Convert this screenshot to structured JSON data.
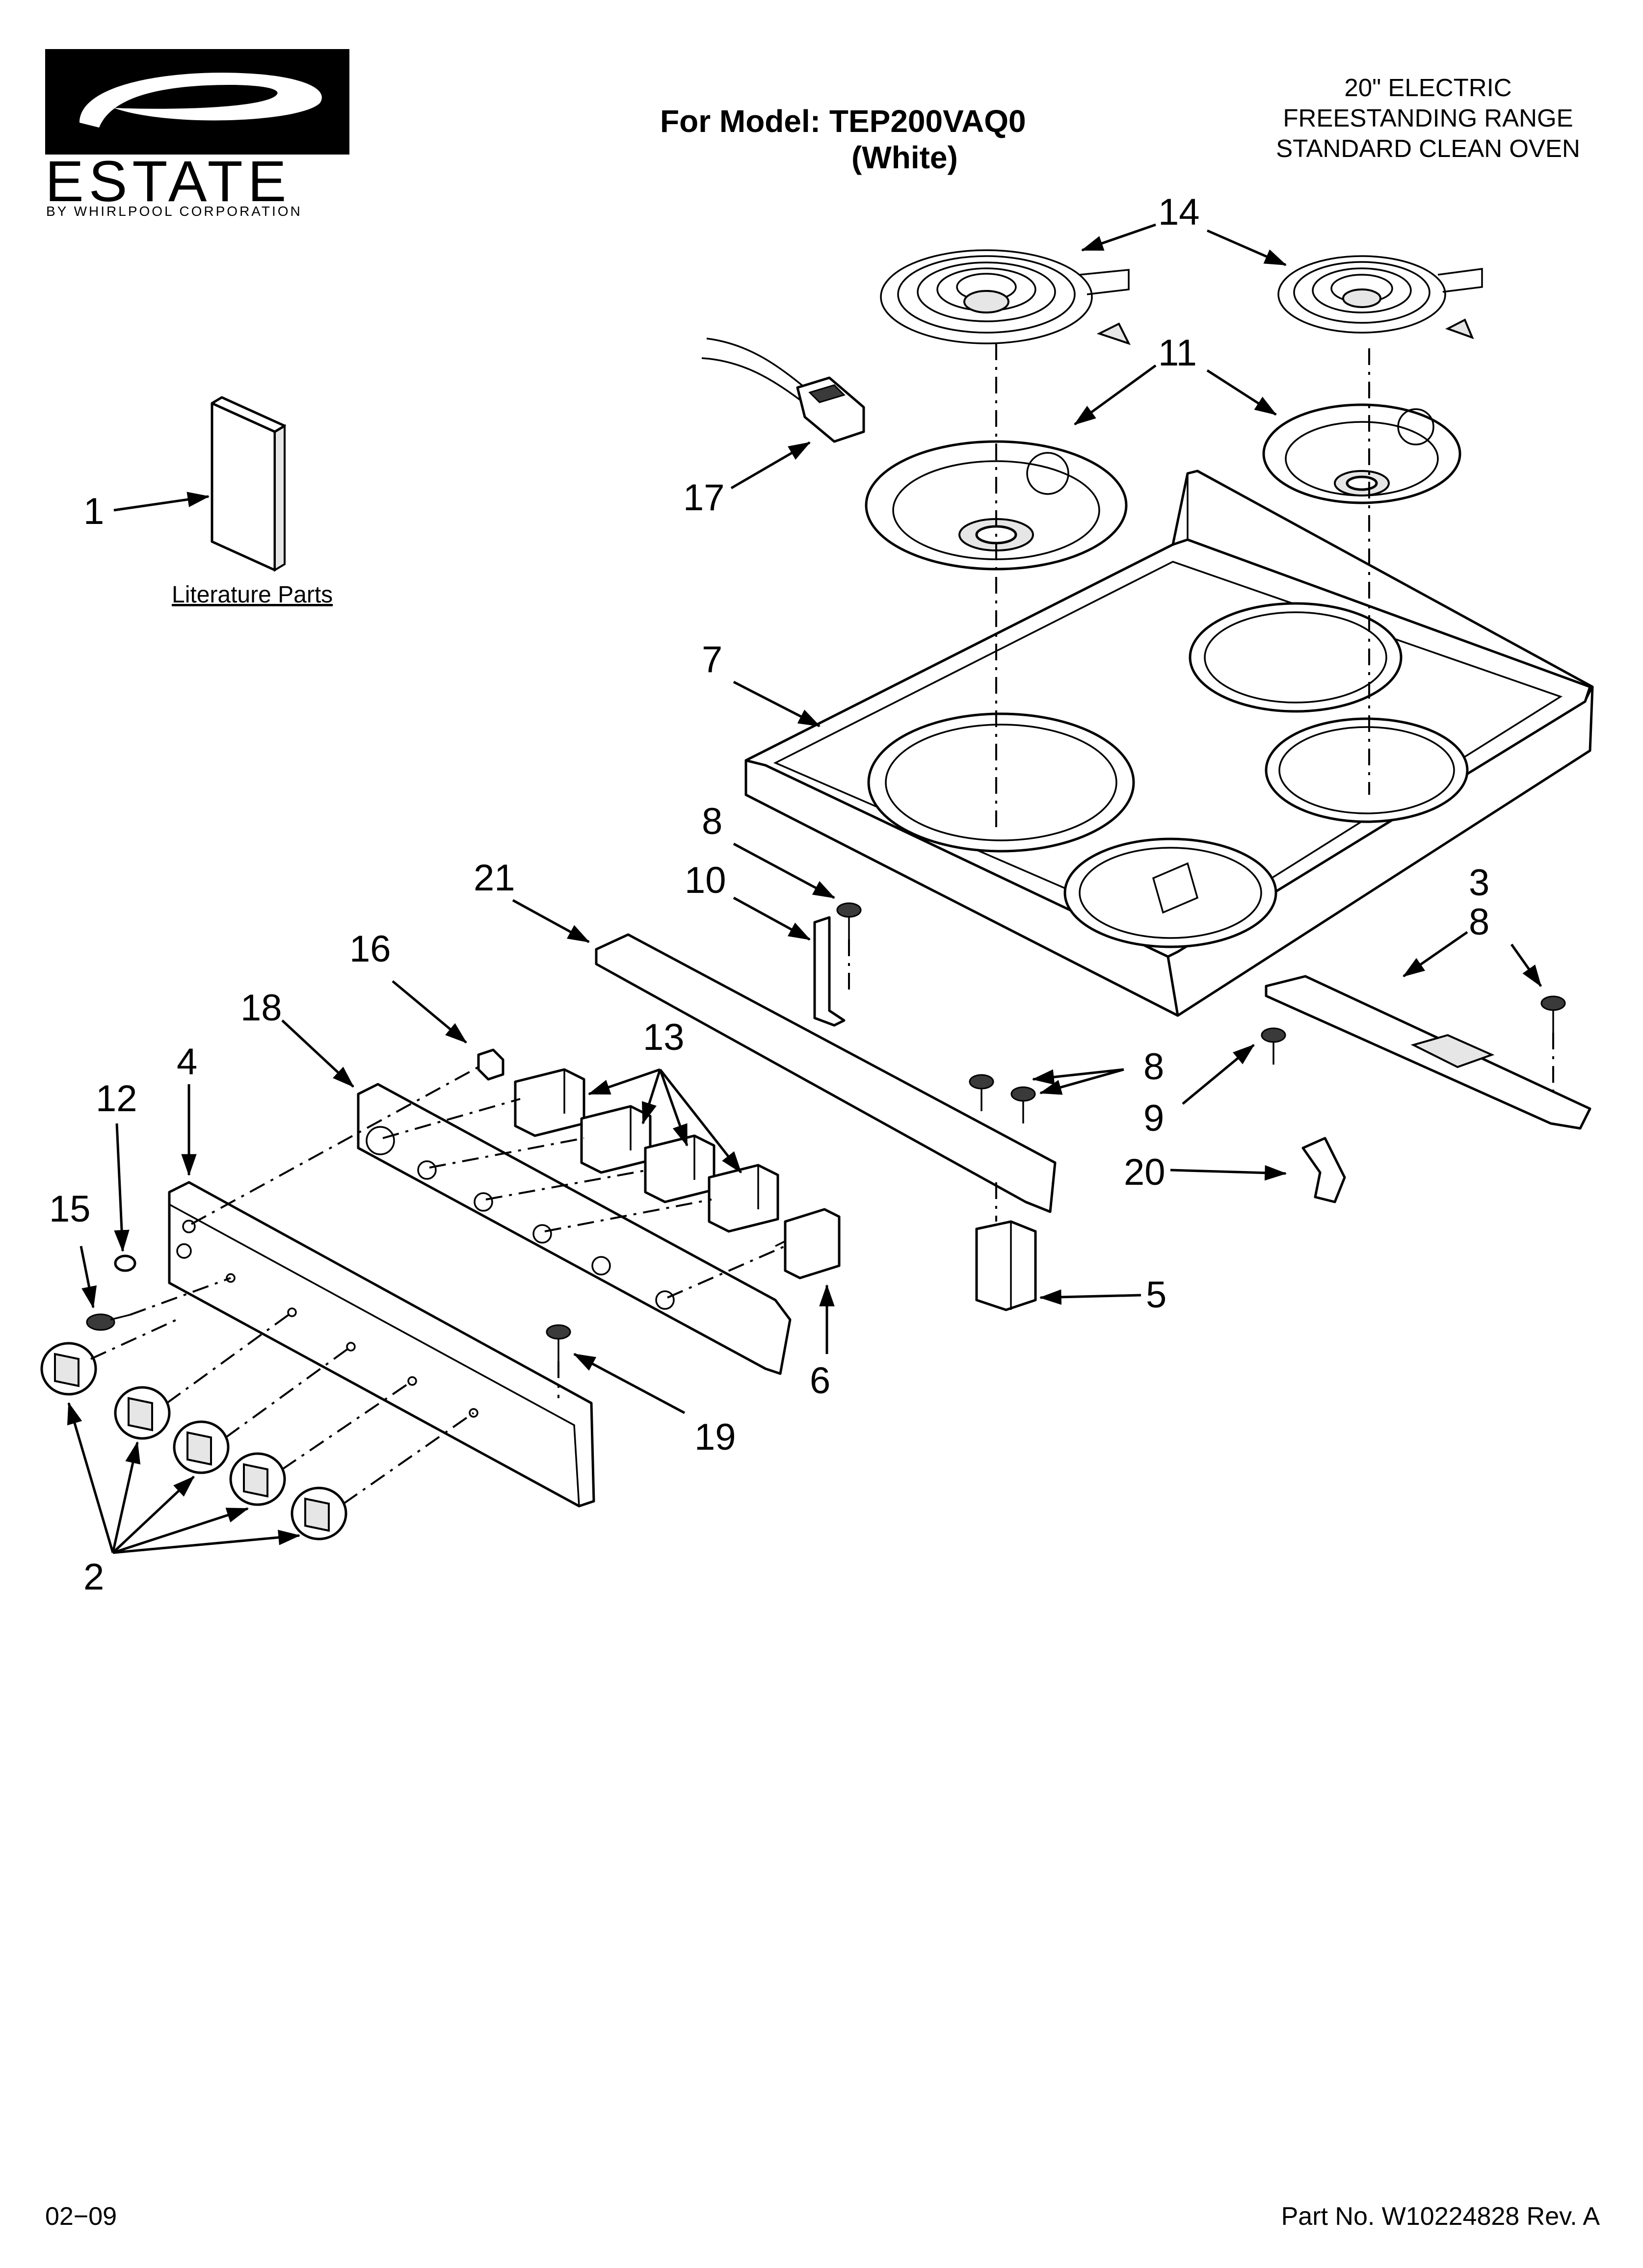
{
  "brand": {
    "name": "ESTATE",
    "tagline": "BY WHIRLPOOL CORPORATION"
  },
  "model": {
    "line1": "For Model: TEP200VAQ0",
    "line2": "(White)"
  },
  "product": {
    "line1": "20\" ELECTRIC",
    "line2": "FREESTANDING RANGE",
    "line3": "STANDARD CLEAN OVEN"
  },
  "literature": {
    "label": "Literature Parts"
  },
  "callouts": {
    "c1": "1",
    "c2": "2",
    "c3": "3",
    "c4": "4",
    "c5": "5",
    "c6": "6",
    "c7": "7",
    "c8a": "8",
    "c8b": "8",
    "c8c": "8",
    "c9": "9",
    "c10": "10",
    "c11": "11",
    "c12": "12",
    "c13": "13",
    "c14": "14",
    "c15": "15",
    "c16": "16",
    "c17": "17",
    "c18": "18",
    "c19": "19",
    "c20": "20",
    "c21": "21"
  },
  "footer": {
    "date": "02−09",
    "part_no": "Part No. W10224828 Rev. A"
  }
}
